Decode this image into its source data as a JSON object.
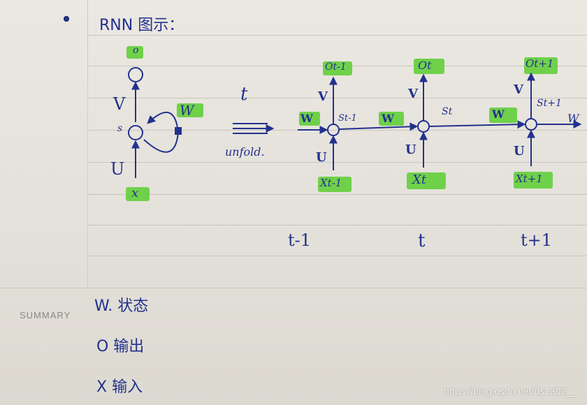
{
  "notebook": {
    "heading": "RNN 图示：",
    "summary_label": "SUMMARY",
    "watermark": "https://blog.csdn.net/ds1302__"
  },
  "diagram": {
    "folded": {
      "output": "o",
      "hidden": "s",
      "input": "x",
      "weight_v": "V",
      "weight_u": "U",
      "weight_w": "W"
    },
    "arrow_label_top": "t",
    "arrow_label_bottom": "unfold.",
    "steps": [
      {
        "output": "Ot-1",
        "state": "St-1",
        "input": "Xt-1",
        "v": "V",
        "u": "U",
        "w": "W",
        "time": "t-1"
      },
      {
        "output": "Ot",
        "state": "St",
        "input": "Xt",
        "v": "V",
        "u": "U",
        "w": "W",
        "time": "t"
      },
      {
        "output": "Ot+1",
        "state": "St+1",
        "input": "Xt+1",
        "v": "V",
        "u": "U",
        "w": "W",
        "time": "t+1"
      }
    ],
    "trailing_w": "W"
  },
  "summary_notes": [
    "W. 状态",
    "O 输出",
    "X 输入"
  ],
  "colors": {
    "ink": "#23318e",
    "highlight": "#6fd14a",
    "paper": "#e6e3dc"
  }
}
